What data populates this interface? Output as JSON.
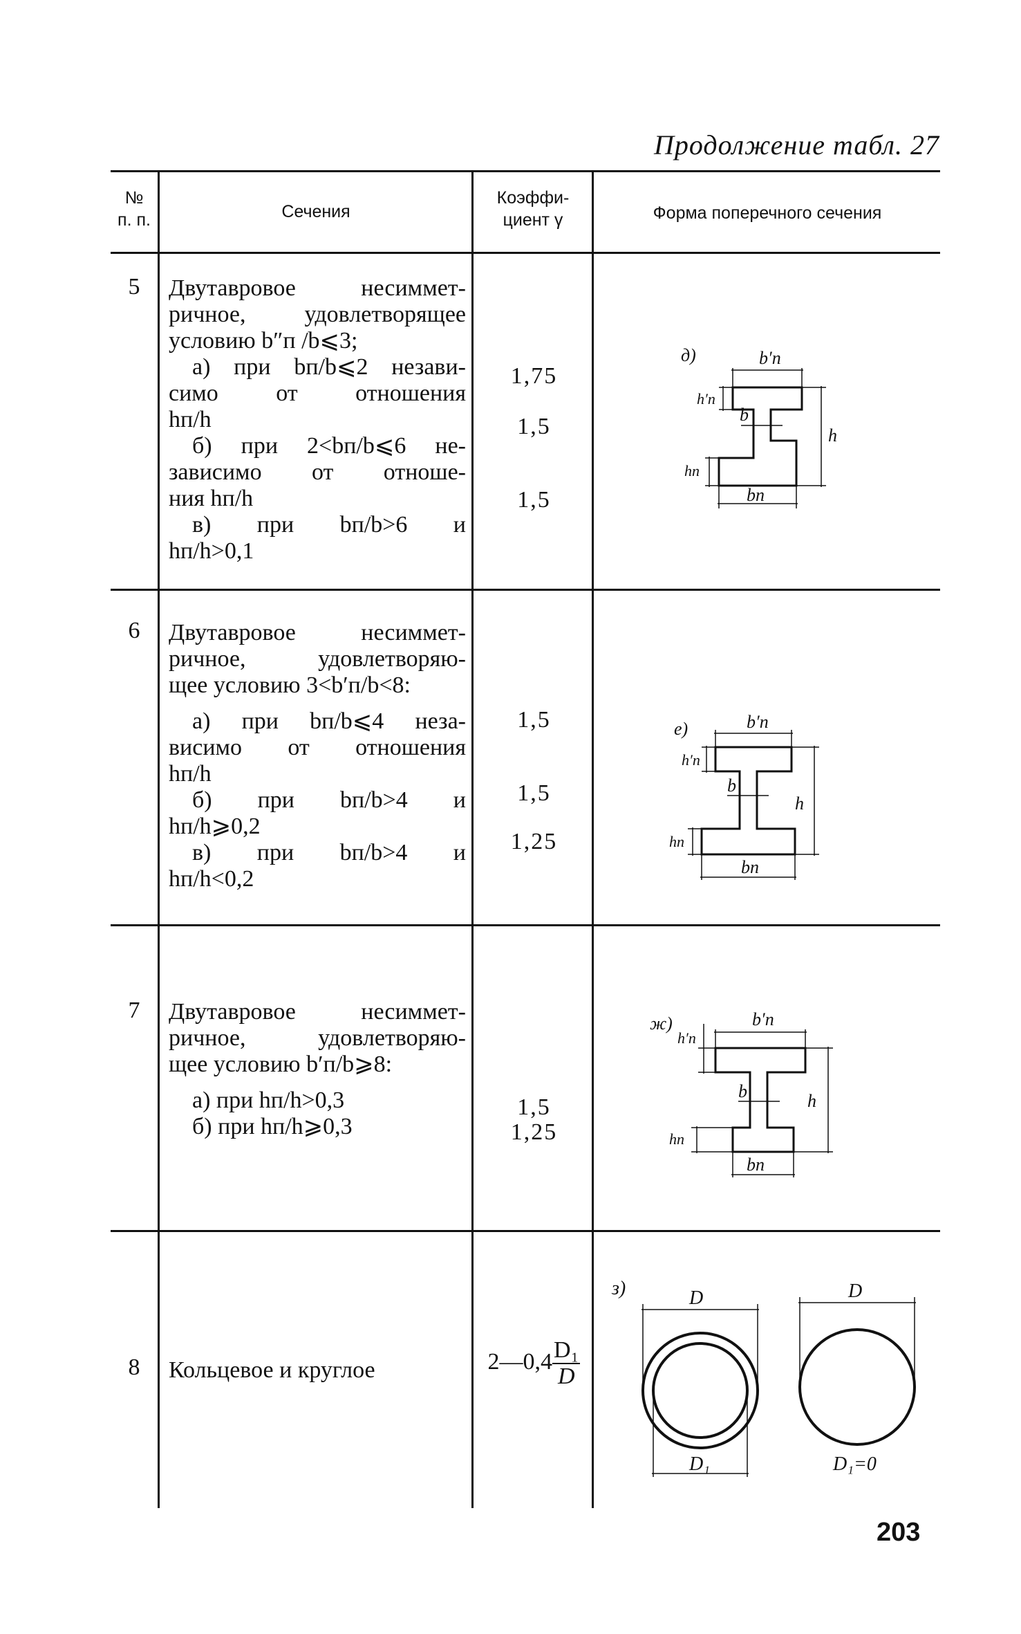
{
  "page_header": "Продолжение табл. 27",
  "columns": {
    "num_line1": "№",
    "num_line2": "п. п.",
    "section": "Сечения",
    "coef_line1": "Коэффи-",
    "coef_line2": "циент γ",
    "shape": "Форма поперечного сечения"
  },
  "rows": [
    {
      "num": "5",
      "lines": [
        "Двутавровое несиммет-",
        "ричное, удовлетворящее",
        "условию b″п /b⩽3;",
        "а) при bп/b⩽2 незави-",
        "симо от отношения",
        "hп/h",
        "б) при 2<bп/b⩽6 не-",
        "зависимо от отноше-",
        "ния hп/h",
        "в) при bп/b>6 и",
        "hп/h>0,1"
      ],
      "coefs": [
        "1,75",
        "1,5",
        "1,5"
      ],
      "diagram_labels": {
        "variant": "д)",
        "b_top": "b′п",
        "h_top": "h′п",
        "b": "b",
        "h_bottom": "hп",
        "h": "h",
        "b_bottom": "bп"
      }
    },
    {
      "num": "6",
      "lines": [
        "Двутавровое несиммет-",
        "ричное, удовлетворяю-",
        "щее условию 3<b′п/b<8:",
        "а) при bп/b⩽4 неза-",
        "висимо от отношения",
        "hп/h",
        "б) при bп/b>4 и",
        "hп/h⩾0,2",
        "в) при bп/b>4 и",
        "hп/h<0,2"
      ],
      "coefs": [
        "1,5",
        "1,5",
        "1,25"
      ],
      "diagram_labels": {
        "variant": "е)",
        "b_top": "b′п",
        "h_top": "h′п",
        "b": "b",
        "h_bottom": "hп",
        "h": "h",
        "b_bottom": "bп"
      }
    },
    {
      "num": "7",
      "lines": [
        "Двутавровое несиммет-",
        "ричное, удовлетворяю-",
        "щее условию b′п/b⩾8:",
        "а) при hп/h>0,3",
        "б) при hп/h⩾0,3"
      ],
      "coefs": [
        "1,5",
        "1,25"
      ],
      "diagram_labels": {
        "variant": "ж)",
        "b_top": "b′п",
        "h_top": "h′п",
        "b": "b",
        "h_bottom": "hп",
        "h": "h",
        "b_bottom": "bп"
      }
    },
    {
      "num": "8",
      "lines": [
        "Кольцевое и круглое"
      ],
      "coef_prefix": "2—0,4",
      "coef_num": "D₁",
      "coef_den": "D",
      "diagram_labels": {
        "variant": "з)",
        "D_ring": "D",
        "D1_ring": "D₁",
        "D_circle": "D",
        "D1_circle": "D₁=0"
      }
    }
  ],
  "page_number": "203"
}
